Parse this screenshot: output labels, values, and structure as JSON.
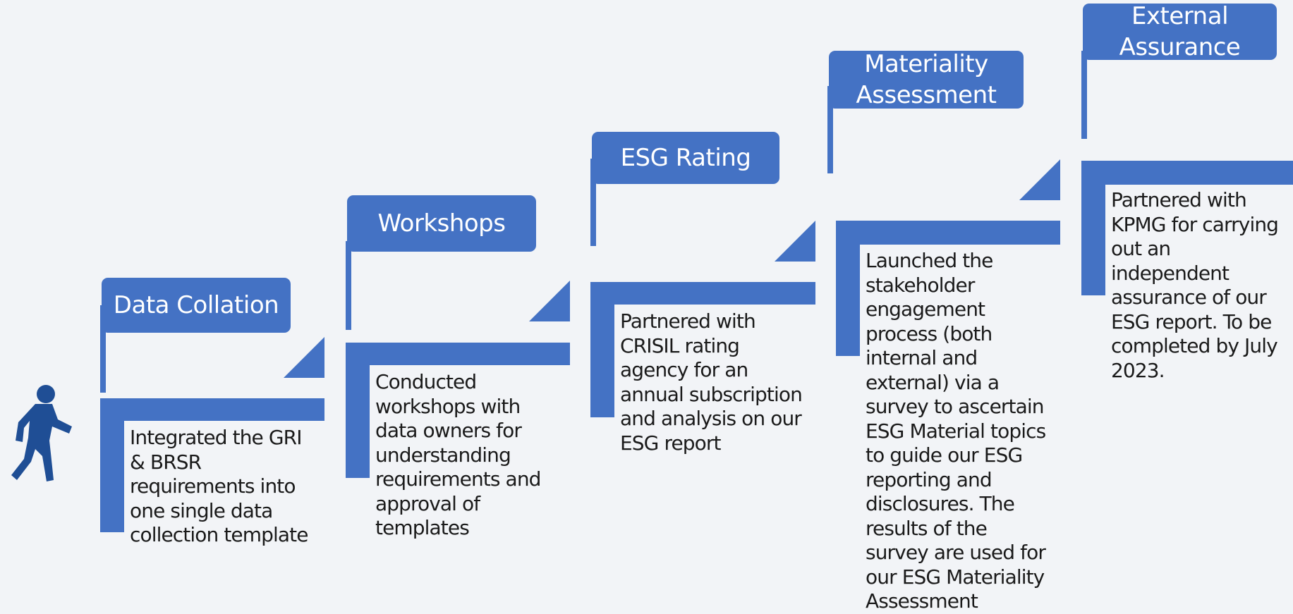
{
  "diagram": {
    "accent_color": "#4472c4",
    "person_icon": "walking-person-icon",
    "steps": [
      {
        "title": "Data Collation",
        "description": "Integrated the GRI\n& BRSR\nrequirements into\none single data\ncollection template"
      },
      {
        "title": "Workshops",
        "description": "Conducted\nworkshops with\ndata owners for\nunderstanding\nrequirements and\napproval of\ntemplates"
      },
      {
        "title": "ESG Rating",
        "description": "Partnered with\nCRISIL rating\nagency for an\nannual subscription\nand analysis on our\nESG report"
      },
      {
        "title": "Materiality\nAssessment",
        "description": "Launched the\nstakeholder\nengagement\nprocess (both\ninternal and\nexternal) via a\nsurvey to ascertain\nESG Material topics\nto guide our ESG\nreporting and\ndisclosures. The\nresults of the\nsurvey are used for\nour ESG Materiality\nAssessment"
      },
      {
        "title": "External\nAssurance",
        "description": "Partnered with\nKPMG for carrying\nout an independent\nassurance of our\nESG report. To be\ncompleted by July\n2023."
      }
    ]
  }
}
